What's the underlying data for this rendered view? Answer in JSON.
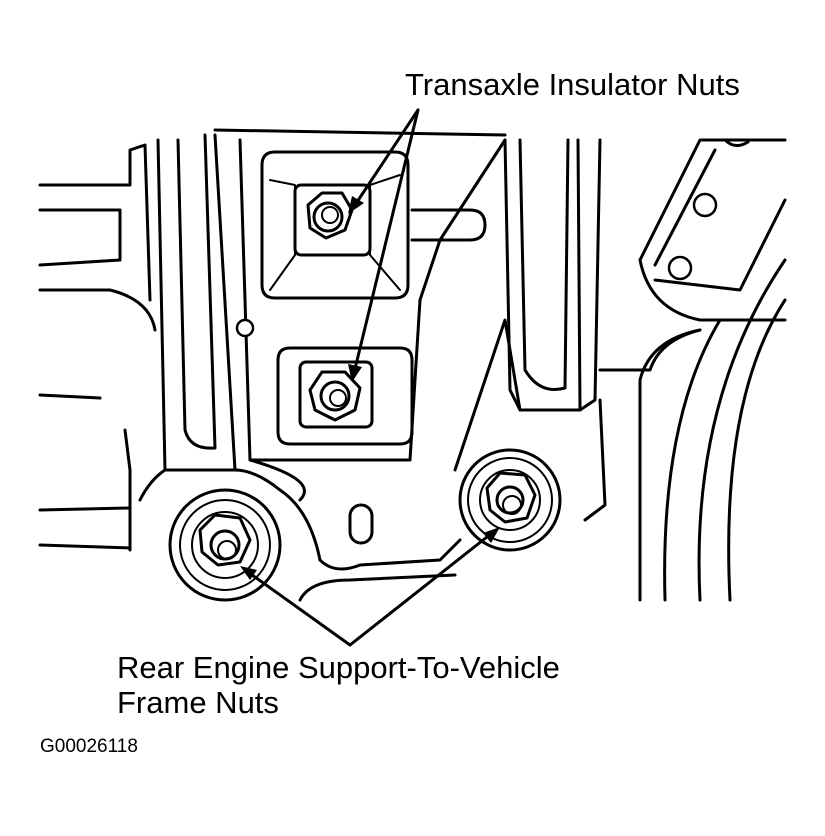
{
  "labels": {
    "top": "Transaxle Insulator Nuts",
    "bottom_line1": "Rear Engine Support-To-Vehicle",
    "bottom_line2": "Frame Nuts",
    "figure_code": "G00026118"
  }
}
